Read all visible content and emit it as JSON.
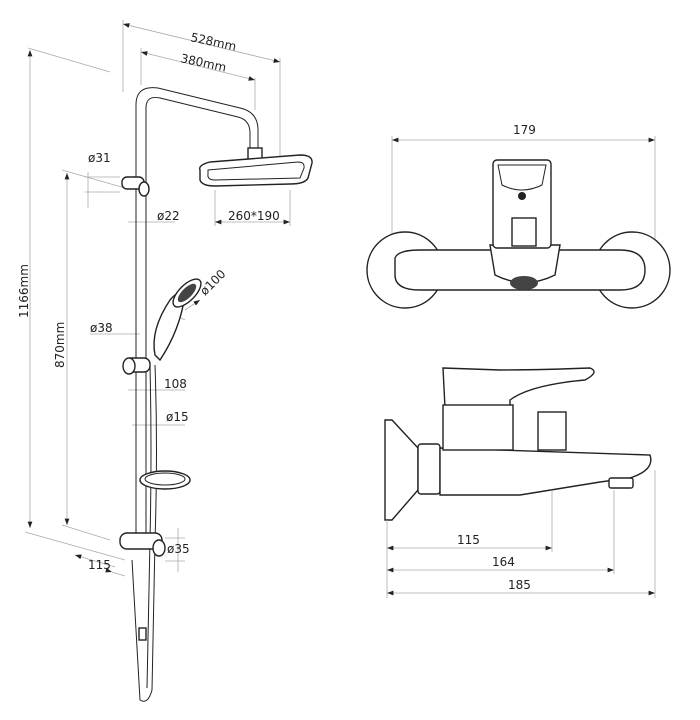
{
  "shower_set": {
    "overall_reach": "528mm",
    "arm_reach": "380mm",
    "total_height": "1166mm",
    "rail_height": "870mm",
    "holder_diameter": "ø31",
    "pipe_diameter": "ø22",
    "head_size": "260*190",
    "hand_shower_diameter": "ø100",
    "slider_diameter": "ø38",
    "slider_offset": "108",
    "hose_diameter": "ø15",
    "diverter_diameter": "ø35",
    "wall_offset": "115"
  },
  "mixer": {
    "width": "179",
    "spout_115": "115",
    "spout_164": "164",
    "spout_185": "185"
  }
}
